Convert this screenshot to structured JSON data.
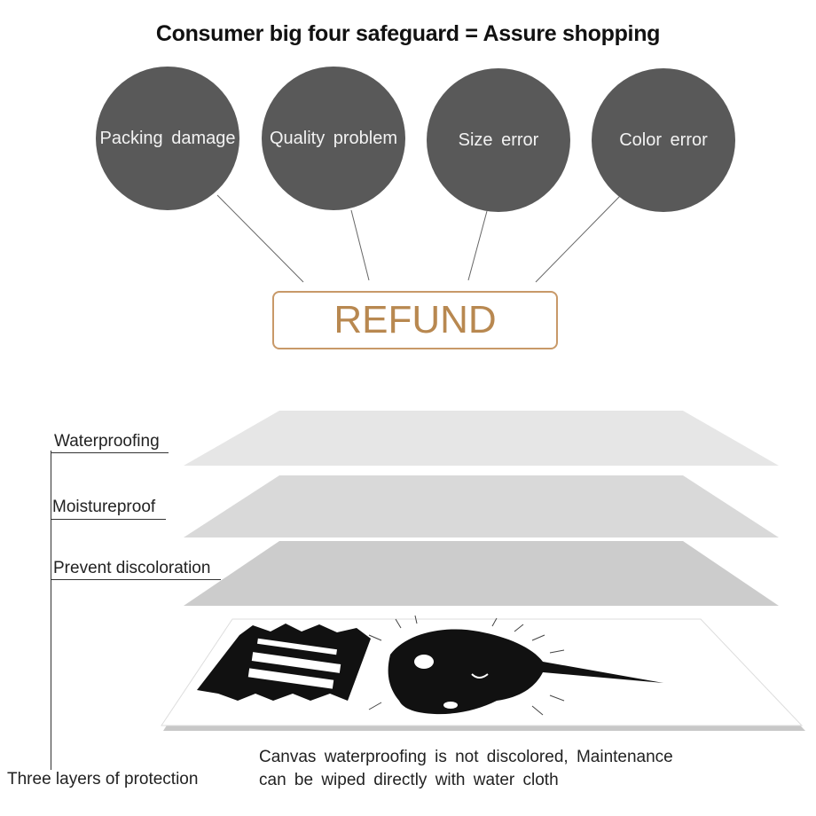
{
  "title": "Consumer big four safeguard = Assure shopping",
  "circles": [
    {
      "label": "Packing  damage"
    },
    {
      "label": "Quality  problem"
    },
    {
      "label": "Size  error"
    },
    {
      "label": "Color  error"
    }
  ],
  "refund_label": "REFUND",
  "layers": [
    {
      "label": "Waterproofing",
      "fill": "#e6e6e6"
    },
    {
      "label": "Moistureproof",
      "fill": "#d9d9d9"
    },
    {
      "label": "Prevent  discoloration",
      "fill": "#cccccc"
    }
  ],
  "protection_label": "Three layers of protection",
  "caption": {
    "line1": "Canvas  waterproofing  is  not  discolored,  Maintenance",
    "line2": "can  be  wiped  directly  with  water  cloth"
  },
  "colors": {
    "circle": "#595959",
    "refund_border": "#c89968",
    "refund_text": "#b88850"
  }
}
